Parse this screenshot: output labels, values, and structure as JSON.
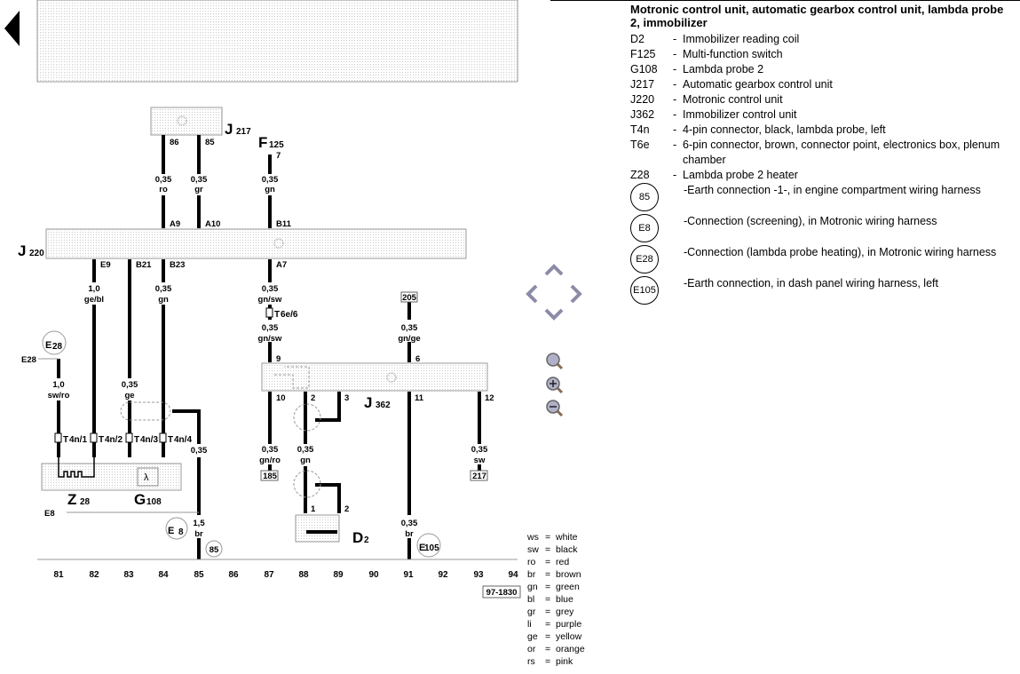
{
  "legend_panel": {
    "title": "Motronic control unit, automatic gearbox control unit, lambda probe 2, immobilizer",
    "items": [
      {
        "code": "D2",
        "desc": "Immobilizer reading coil"
      },
      {
        "code": "F125",
        "desc": "Multi-function switch"
      },
      {
        "code": "G108",
        "desc": "Lambda probe 2"
      },
      {
        "code": "J217",
        "desc": "Automatic gearbox control unit"
      },
      {
        "code": "J220",
        "desc": "Motronic control unit"
      },
      {
        "code": "J362",
        "desc": "Immobilizer control unit"
      },
      {
        "code": "T4n",
        "desc": "4-pin connector, black, lambda probe, left"
      },
      {
        "code": "T6e",
        "desc": "6-pin connector, brown, connector point, electronics box, plenum chamber"
      },
      {
        "code": "Z28",
        "desc": "Lambda probe 2 heater"
      }
    ],
    "dash": "-",
    "connections": [
      {
        "code": "85",
        "desc": "Earth connection -1-, in engine compartment wiring harness"
      },
      {
        "code": "E8",
        "desc": "Connection (screening), in Motronic wiring harness"
      },
      {
        "code": "E28",
        "desc": "Connection (lambda probe heating), in Motronic wiring harness"
      },
      {
        "code": "E105",
        "desc": "Earth connection, in dash panel wiring harness, left"
      }
    ]
  },
  "navigation": {
    "back_icon": "triangle-left",
    "pan_icons": [
      "arrow-up",
      "arrow-left",
      "arrow-right",
      "arrow-down"
    ],
    "zoom_icons": [
      "zoom-reset",
      "zoom-in",
      "zoom-out"
    ]
  },
  "diagram": {
    "labels": {
      "J217_main": "J",
      "J217_sub": "217",
      "F125_main": "F",
      "F125_sub": "125",
      "J220_main": "J",
      "J220_sub": "220",
      "J362_main": "J",
      "J362_sub": "362",
      "Z28_main": "Z",
      "Z28_sub": "28",
      "G108_main": "G",
      "G108_sub": "108",
      "D2_main": "D",
      "D2_sub": "2",
      "pin_86": "86",
      "pin_85": "85",
      "pin_7": "7",
      "pin_A9": "A9",
      "pin_A10": "A10",
      "pin_B11": "B11",
      "pin_E9": "E9",
      "pin_B21": "B21",
      "pin_B23": "B23",
      "pin_A7": "A7",
      "pin_9": "9",
      "pin_6": "6",
      "pin_10": "10",
      "pin_2": "2",
      "pin_3": "3",
      "pin_11": "11",
      "pin_12": "12",
      "pin_d1": "1",
      "pin_d2": "2",
      "w86_size": "0,35",
      "w86_color": "ro",
      "w85_size": "0,35",
      "w85_color": "gr",
      "w7_size": "0,35",
      "w7_color": "gn",
      "wE9_size": "1,0",
      "wE9_color": "ge/bl",
      "wB21_size": "0,35",
      "wB21_color": "ge",
      "wB23_size": "0,35",
      "wB23_color": "gn",
      "wA7_size": "0,35",
      "wA7_color": "gn/sw",
      "wT6_size": "0,35",
      "wT6_color": "gn/sw",
      "w205_size": "0,35",
      "w205_color": "gn/ge",
      "wE28_size": "1,0",
      "wE28_color": "sw/ro",
      "wscr_size": "0,35",
      "wE8_size": "1,5",
      "wE8_color": "br",
      "w10_size": "0,35",
      "w10_color": "gn/ro",
      "w2_size": "0,35",
      "w2_color": "gn",
      "w11_size": "0,35",
      "w11_color": "br",
      "w12_size": "0,35",
      "w12_color": "sw",
      "T6e": "T",
      "T6e_sub": "6e/6",
      "T4n1": "T",
      "T4n1_sub": "4n/1",
      "T4n2": "T",
      "T4n2_sub": "4n/2",
      "T4n3": "T",
      "T4n3_sub": "4n/3",
      "T4n4": "T",
      "T4n4_sub": "4n/4",
      "ref_205": "205",
      "ref_185": "185",
      "ref_217": "217",
      "E28_line": "E28",
      "E8_line": "E8",
      "E28_circle_main": "E",
      "E28_circle_sub": "28",
      "E8_circle_main": "E",
      "E8_circle_sub": "8",
      "E105_circle_main": "E",
      "E105_circle_sub": "105",
      "earth_85": "85",
      "drawing_ref": "97-1830"
    },
    "columns": [
      "81",
      "82",
      "83",
      "84",
      "85",
      "86",
      "87",
      "88",
      "89",
      "90",
      "91",
      "92",
      "93",
      "94"
    ],
    "color_codes": [
      {
        "abbr": "ws",
        "name": "white"
      },
      {
        "abbr": "sw",
        "name": "black"
      },
      {
        "abbr": "ro",
        "name": "red"
      },
      {
        "abbr": "br",
        "name": "brown"
      },
      {
        "abbr": "gn",
        "name": "green"
      },
      {
        "abbr": "bl",
        "name": "blue"
      },
      {
        "abbr": "gr",
        "name": "grey"
      },
      {
        "abbr": "li",
        "name": "purple"
      },
      {
        "abbr": "ge",
        "name": "yellow"
      },
      {
        "abbr": "or",
        "name": "orange"
      },
      {
        "abbr": "rs",
        "name": "pink"
      }
    ],
    "equals": "="
  }
}
